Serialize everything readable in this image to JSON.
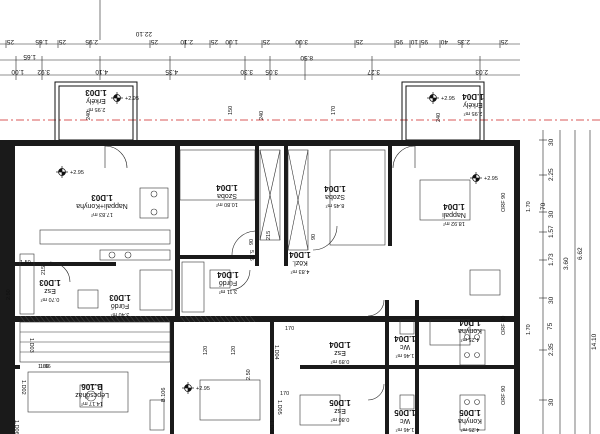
{
  "top_dims": {
    "row1": [
      "25",
      "1.65",
      "25",
      "2.95",
      "25",
      "2.10",
      "25",
      "1.00",
      "25",
      "3.00",
      "25",
      "95",
      "10",
      "95",
      "40",
      "2.35",
      "25"
    ],
    "row1_total": "22.10",
    "row2": [
      "1.00",
      "3.92",
      "4.10",
      "4.35",
      "3.30",
      "3.05",
      "3.27",
      "2.03",
      "8.50"
    ],
    "row2_extra": "1.65"
  },
  "right_dims": {
    "col_a": [
      "30",
      "2.25",
      "30",
      "1.57",
      "1.73",
      "30",
      "2.35",
      "30"
    ],
    "col_b": [
      "70",
      "3.60",
      "6.62",
      "14.10",
      "75"
    ],
    "window_marks": [
      "ORF 90",
      "1.70",
      "ORF 90",
      "1.70",
      "ORF 90"
    ]
  },
  "rooms": [
    {
      "code": "1.D03",
      "name": "Erkély",
      "area": "2.95 m²"
    },
    {
      "code": "1.D03",
      "name": "Nappali+Konyha",
      "area": "17.83 m²"
    },
    {
      "code": "1.D04",
      "name": "Szoba",
      "area": "10.80 m²"
    },
    {
      "code": "1.D04",
      "name": "Szoba",
      "area": "8.45 m²"
    },
    {
      "code": "1.D04",
      "name": "Nappali",
      "area": "18.92 m²"
    },
    {
      "code": "1.D04",
      "name": "Erkély",
      "area": "2.95 m²"
    },
    {
      "code": "1.D04",
      "name": "Fürdő",
      "area": "3.11 m²"
    },
    {
      "code": "1.D04",
      "name": "Közl.",
      "area": "4.83 m²"
    },
    {
      "code": "1.D04",
      "name": "Konyha",
      "area": "4.25 m²"
    },
    {
      "code": "1.D04",
      "name": "Wc",
      "area": "1.46 m²"
    },
    {
      "code": "1.D03",
      "name": "Fürdő",
      "area": "3.40 m²"
    },
    {
      "code": "1.D03",
      "name": "Esz",
      "area": "0.70 m²"
    },
    {
      "code": "1.D04",
      "name": "Esz",
      "area": "0.89 m²"
    },
    {
      "code": "1.D05",
      "name": "Esz",
      "area": "0.80 m²"
    },
    {
      "code": "1.D05",
      "name": "Wc",
      "area": "1.46 m²"
    },
    {
      "code": "1.D05",
      "name": "Konyha",
      "area": "4.25 m²"
    },
    {
      "code": "B.106",
      "name": "Lépcsőház",
      "area": "14.17 m²"
    }
  ],
  "levels": [
    "+2.95",
    "+2.95",
    "+2.95",
    "+2.95",
    "+2.95"
  ],
  "misc_labels": [
    "1.D03",
    "1.D04",
    "1.D05",
    "1.D06",
    "1.D06",
    "1.D02",
    "B.106",
    "1.66",
    "2.50",
    "2.50",
    "120",
    "120",
    "170",
    "170",
    "215",
    "215",
    "240",
    "240",
    "240",
    "150",
    "170",
    "90",
    "90",
    "5.25",
    "1.50",
    "1.66"
  ]
}
